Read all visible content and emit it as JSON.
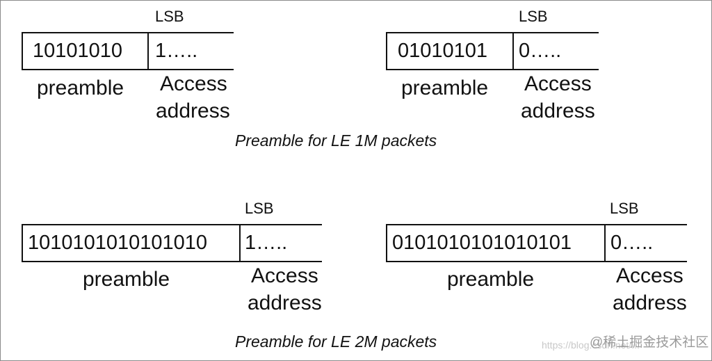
{
  "diagram": {
    "lsb_label": "LSB",
    "preamble_label": "preamble",
    "access_label_line1": "Access",
    "access_label_line2": "address",
    "le1m": {
      "caption": "Preamble for LE 1M packets",
      "left": {
        "preamble_bits": "10101010",
        "access_bits": "1….."
      },
      "right": {
        "preamble_bits": "01010101",
        "access_bits": "0….."
      }
    },
    "le2m": {
      "caption": "Preamble for LE 2M packets",
      "left": {
        "preamble_bits": "1010101010101010",
        "access_bits": "1….."
      },
      "right": {
        "preamble_bits": "0101010101010101",
        "access_bits": "0….."
      }
    }
  },
  "watermark": {
    "text": "@稀土掘金技术社区",
    "url": "https://blog.csdn.net/..."
  }
}
